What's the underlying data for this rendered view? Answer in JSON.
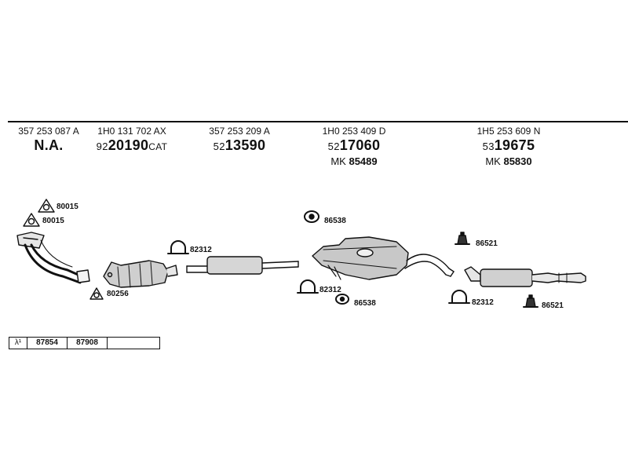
{
  "columns": [
    {
      "part_no": "357 253 087 A",
      "code_prefix": "",
      "code_main": "N.A.",
      "code_suffix": "",
      "mk_label": "",
      "mk_value": ""
    },
    {
      "part_no": "1H0 131 702 AX",
      "code_prefix": "92",
      "code_main": "20190",
      "code_suffix": "CAT",
      "mk_label": "",
      "mk_value": ""
    },
    {
      "part_no": "357 253 209 A",
      "code_prefix": "52",
      "code_main": "13590",
      "code_suffix": "",
      "mk_label": "",
      "mk_value": ""
    },
    {
      "part_no": "1H0 253 409 D",
      "code_prefix": "52",
      "code_main": "17060",
      "code_suffix": "",
      "mk_label": "MK",
      "mk_value": "85489"
    },
    {
      "part_no": "1H5 253 609 N",
      "code_prefix": "53",
      "code_main": "19675",
      "code_suffix": "",
      "mk_label": "MK",
      "mk_value": "85830"
    }
  ],
  "labels": {
    "a": "80015",
    "b": "80015",
    "c": "80256",
    "d": "82312",
    "e": "86538",
    "f": "82312",
    "g": "86538",
    "h": "86521",
    "i": "82312",
    "j": "86521"
  },
  "bottom_table": {
    "symbol": "λ¹",
    "cells": [
      "87854",
      "87908",
      ""
    ]
  }
}
